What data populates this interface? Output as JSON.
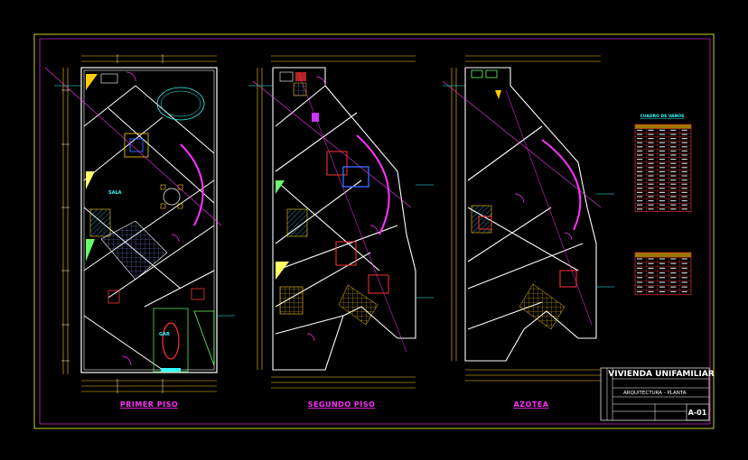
{
  "plans": [
    {
      "id": "primer-piso",
      "label": "PRIMER PISO"
    },
    {
      "id": "segundo-piso",
      "label": "SEGUNDO PISO"
    },
    {
      "id": "azotea",
      "label": "AZOTEA"
    }
  ],
  "legend": {
    "title": "CUADRO DE VANOS",
    "table1_rows": 20,
    "table2_rows": 8
  },
  "title_block": {
    "title": "VIVIENDA UNIFAMILIAR",
    "subtitle": "ARQUITECTURA - PLANTA",
    "sheet": "A-01"
  },
  "colors": {
    "background": "#000000",
    "frame": "#ffff33",
    "wall": "#ffffff",
    "door": "#ff33ff",
    "dimension": "#ffcc00",
    "hatch": "#33ccff",
    "furniture_red": "#ff3333",
    "accent_green": "#66ff66",
    "accent_blue": "#3366ff",
    "label": "#ff33ff"
  }
}
